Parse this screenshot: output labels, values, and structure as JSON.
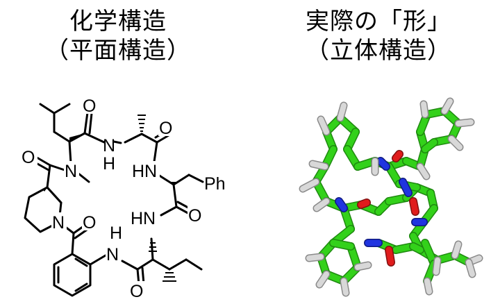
{
  "left_panel": {
    "title_line1": "化学構造",
    "title_line2": "（平面構造）",
    "atom_labels": {
      "o_top1": "O",
      "o_top2": "O",
      "n_methyl": "N",
      "nh_top": "N",
      "h_top": "H",
      "o_left": "O",
      "hn_mid": "HN",
      "ph": "Ph",
      "o_right": "O",
      "n_pip": "N",
      "hn_low": "HN",
      "o_lower": "O",
      "nh_bottom": "N",
      "h_bottom": "H",
      "o_bottom": "O"
    }
  },
  "right_panel": {
    "title_line1": "実際の「形」",
    "title_line2": "（立体構造）"
  },
  "colors": {
    "carbon": "#33d11a",
    "carbon_dark": "#1f8a10",
    "hydrogen": "#d8d8d8",
    "hydrogen_dark": "#8a8a8a",
    "nitrogen": "#2034e0",
    "oxygen": "#e01c1c"
  }
}
